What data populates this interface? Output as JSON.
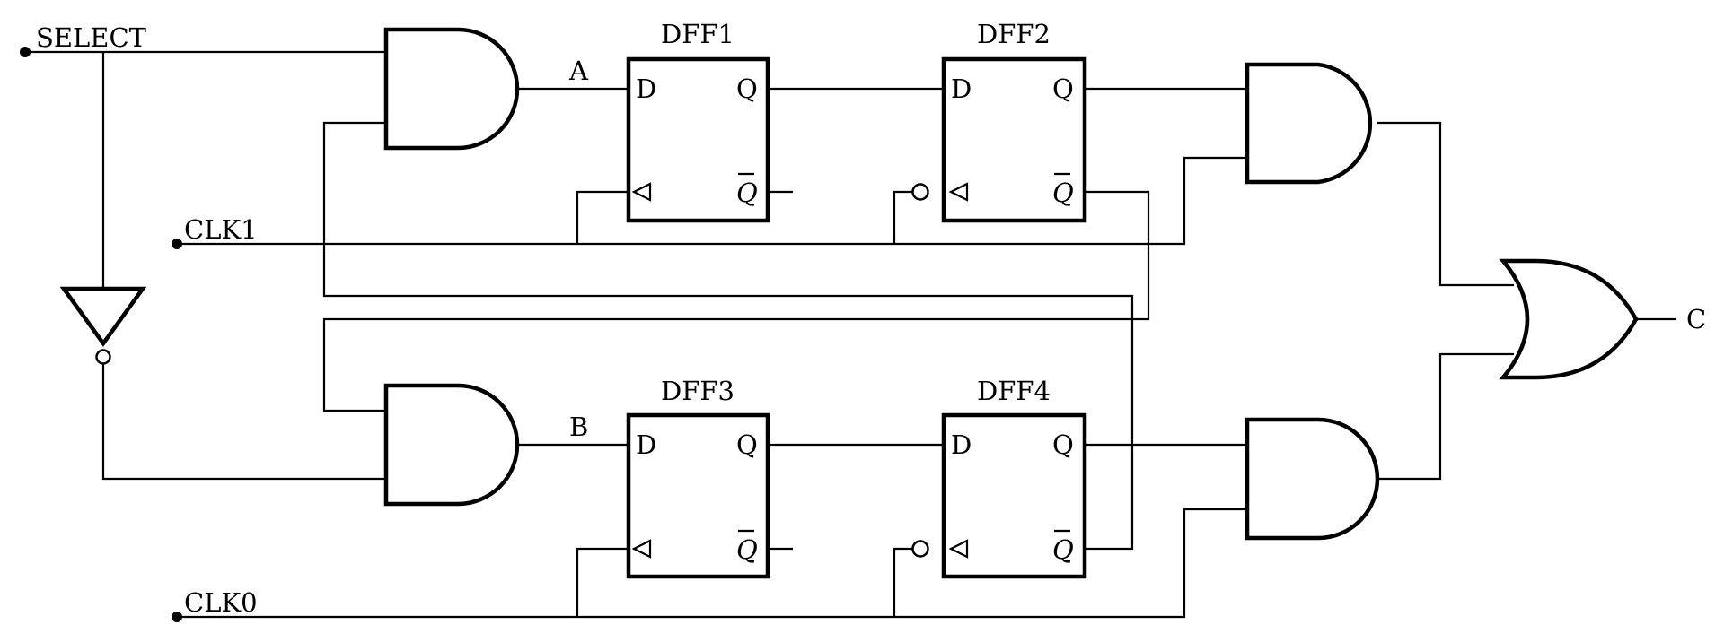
{
  "inputs": {
    "select": "SELECT",
    "clk1": "CLK1",
    "clk0": "CLK0"
  },
  "signals": {
    "a": "A",
    "b": "B"
  },
  "output": "C",
  "flipflops": [
    {
      "title": "DFF1",
      "d": "D",
      "q": "Q",
      "qbar": "Q"
    },
    {
      "title": "DFF2",
      "d": "D",
      "q": "Q",
      "qbar": "Q"
    },
    {
      "title": "DFF3",
      "d": "D",
      "q": "Q",
      "qbar": "Q"
    },
    {
      "title": "DFF4",
      "d": "D",
      "q": "Q",
      "qbar": "Q"
    }
  ]
}
